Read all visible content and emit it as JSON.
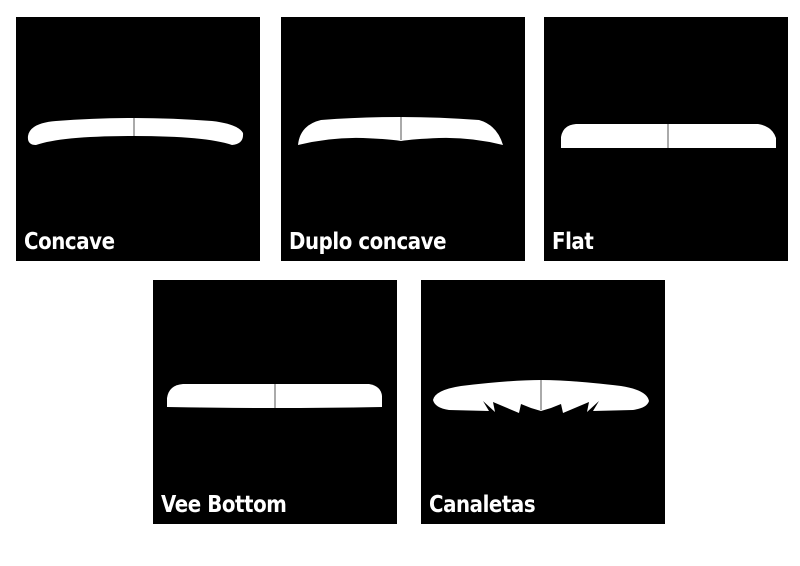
{
  "colors": {
    "panel_bg": "#000000",
    "shape_fill": "#ffffff",
    "stringer": "#555555"
  },
  "panels": [
    {
      "id": "concave",
      "label": "Concave"
    },
    {
      "id": "duplo-concave",
      "label": "Duplo concave"
    },
    {
      "id": "flat",
      "label": "Flat"
    },
    {
      "id": "vee-bottom",
      "label": "Vee Bottom"
    },
    {
      "id": "canaletas",
      "label": "Canaletas"
    }
  ]
}
